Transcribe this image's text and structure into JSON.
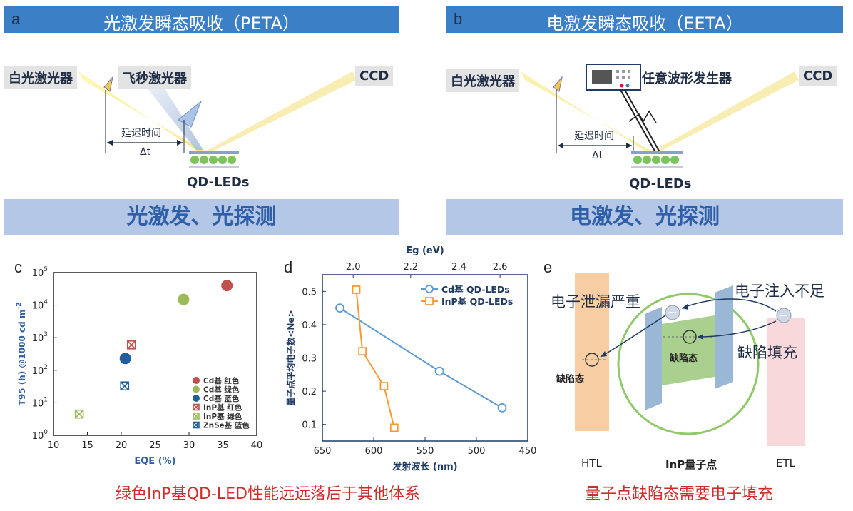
{
  "panel_a": {
    "letter": "a",
    "title": "光激发瞬态吸收（PETA）",
    "white_laser": "白光激光器",
    "fs_laser": "飞秒激光器",
    "ccd": "CCD",
    "delay": "延迟时间",
    "dt": "Δt",
    "device": "QD-LEDs",
    "banner": "光激发、光探测"
  },
  "panel_b": {
    "letter": "b",
    "title": "电激发瞬态吸收（EETA）",
    "white_laser": "白光激光器",
    "awg": "任意波形发生器",
    "ccd": "CCD",
    "delay": "延迟时间",
    "dt": "Δt",
    "device": "QD-LEDs",
    "banner": "电激发、光探测"
  },
  "panel_c": {
    "letter": "c",
    "caption": "绿色InP基QD-LED性能远远落后于其他体系",
    "chart_data": {
      "type": "scatter",
      "xlabel": "EQE (%)",
      "ylabel": "T95 (h) @1000 cd m",
      "ylabel_sup": "-2",
      "xlim": [
        10,
        40
      ],
      "ylim_log10": [
        0,
        5
      ],
      "x_ticks": [
        "10",
        "15",
        "20",
        "25",
        "30",
        "35",
        "40"
      ],
      "y_ticks": [
        "10",
        "10",
        "10",
        "10",
        "10",
        "10"
      ],
      "y_tick_exps": [
        "0",
        "1",
        "2",
        "3",
        "4",
        "5"
      ],
      "legend_position": "bottom-right",
      "series": [
        {
          "name": "Cd基 红色",
          "marker": "circle",
          "color": "#c0504d",
          "points": [
            [
              35.6,
              40000
            ]
          ]
        },
        {
          "name": "Cd基 绿色",
          "marker": "circle",
          "color": "#9bbb59",
          "points": [
            [
              29.2,
              15000
            ]
          ]
        },
        {
          "name": "Cd基 蓝色",
          "marker": "circle",
          "color": "#1f5fa0",
          "points": [
            [
              20.6,
              230
            ]
          ]
        },
        {
          "name": "InP基 红色",
          "marker": "xbox",
          "color": "#c0504d",
          "points": [
            [
              21.5,
              600
            ]
          ]
        },
        {
          "name": "InP基 绿色",
          "marker": "xbox",
          "color": "#9bbb59",
          "points": [
            [
              13.8,
              4.5
            ]
          ]
        },
        {
          "name": "ZnSe基 蓝色",
          "marker": "xbox",
          "color": "#1f5fa0",
          "points": [
            [
              20.5,
              33
            ]
          ]
        }
      ]
    }
  },
  "panel_d": {
    "letter": "d",
    "chart_data": {
      "type": "line",
      "xlabel": "发射波长 (nm)",
      "x2label": "Eg (eV)",
      "ylabel": "量子点平均电子数<Ne>",
      "xlim": [
        650,
        450
      ],
      "ylim": [
        0.05,
        0.55
      ],
      "x_ticks": [
        "650",
        "600",
        "550",
        "500",
        "450"
      ],
      "x2_ticks": [
        "2.0",
        "2.2",
        "2.4",
        "2.6"
      ],
      "x2_tick_wavelengths": [
        620,
        564,
        517,
        477
      ],
      "y_ticks": [
        "0.1",
        "0.2",
        "0.3",
        "0.4",
        "0.5"
      ],
      "legend_position": "top-right",
      "series": [
        {
          "name": "Cd基 QD-LEDs",
          "color": "#5b9bd5",
          "x": [
            633,
            536,
            475
          ],
          "y": [
            0.45,
            0.26,
            0.15
          ]
        },
        {
          "name": "InP基 QD-LEDs",
          "color": "#f79a33",
          "x": [
            617,
            611,
            590,
            580
          ],
          "y": [
            0.505,
            0.32,
            0.215,
            0.09
          ]
        }
      ]
    }
  },
  "panel_e": {
    "letter": "e",
    "leak": "电子泄漏严重",
    "inject": "电子注入不足",
    "fill": "缺陷填充",
    "trap_left": "缺陷态",
    "trap_mid": "缺陷态",
    "htl": "HTL",
    "qd": "InP量子点",
    "etl": "ETL",
    "caption": "量子点缺陷态需要电子填充"
  }
}
